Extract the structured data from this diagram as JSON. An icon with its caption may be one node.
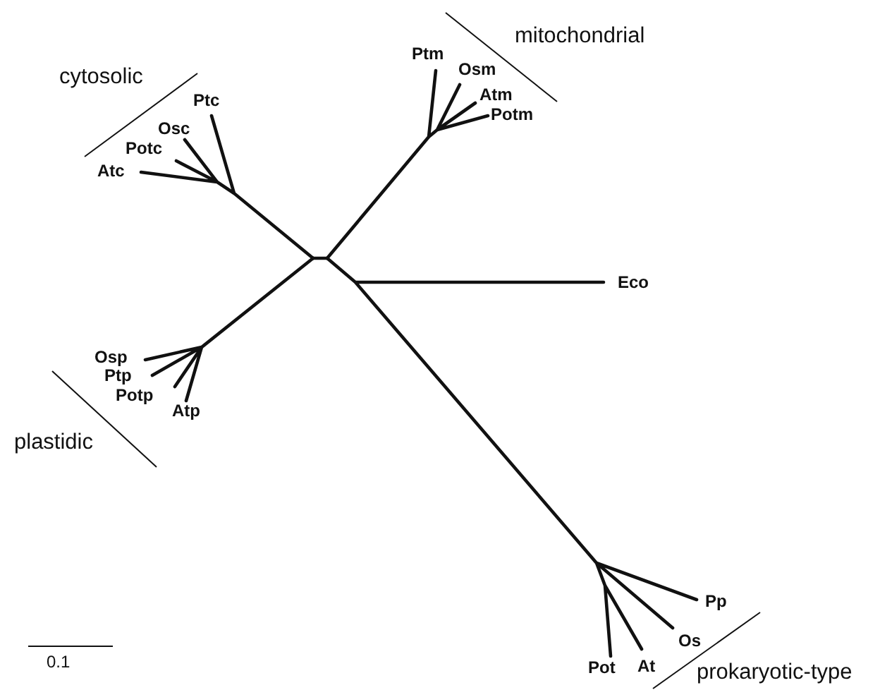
{
  "diagram": {
    "labels": [
      "mitochondrial",
      "Ptm",
      "Osm",
      "cytosolic",
      "Atm",
      "Potm",
      "Ptc",
      "Osc",
      "Potc",
      "Atc",
      "Eco",
      "Osp",
      "Ptp",
      "Potp",
      "Atp",
      "plastidic",
      "Pp",
      "Os",
      "Pot",
      "At",
      "prokaryotic-type",
      "0.1"
    ]
  }
}
